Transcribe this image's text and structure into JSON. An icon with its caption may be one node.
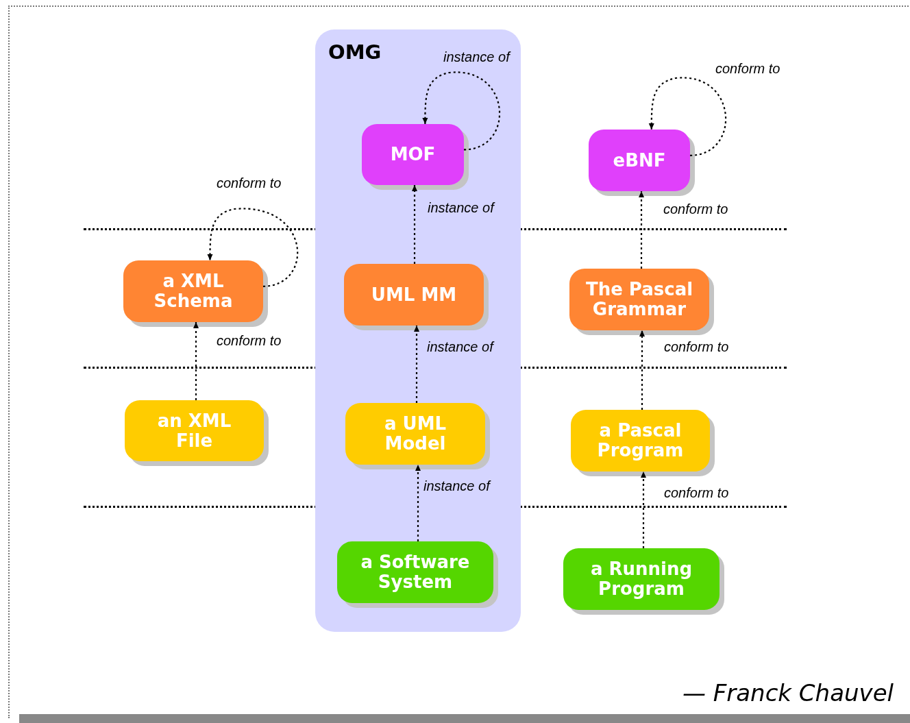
{
  "diagram": {
    "nodes": [
      {
        "text": [
          "OMG"
        ]
      },
      {
        "text": [
          "MOF"
        ],
        "in": 0
      },
      {
        "text": [
          "UML MM"
        ],
        "in": 0
      },
      {
        "text": [
          "a UML Model"
        ],
        "in": 0
      },
      {
        "text": [
          "a Software System"
        ],
        "in": 0
      },
      {
        "text": [
          "eBNF"
        ]
      },
      {
        "text": [
          "a XML Schema"
        ]
      },
      {
        "text": [
          "The Pascal Grammar"
        ]
      },
      {
        "text": [
          "an XML File"
        ]
      },
      {
        "text": [
          "a Pascal Program"
        ]
      },
      {
        "text": [
          "a Running Program"
        ]
      }
    ],
    "edges": [
      {
        "from": 1,
        "to": 1,
        "arrow": "to",
        "label": "instance of",
        "style": "dashed"
      },
      {
        "from": 2,
        "to": 1,
        "arrow": "to",
        "label": "instance of",
        "style": "dashed"
      },
      {
        "from": 3,
        "to": 2,
        "arrow": "to",
        "label": "instance of",
        "style": "dashed"
      },
      {
        "from": 4,
        "to": 3,
        "arrow": "to",
        "label": "instance of",
        "style": "dashed"
      },
      {
        "from": 5,
        "to": 5,
        "arrow": "to",
        "label": "conform to",
        "style": "dashed"
      },
      {
        "from": 6,
        "to": 6,
        "arrow": "to",
        "label": "conform to",
        "style": "dashed"
      },
      {
        "from": 8,
        "to": 6,
        "arrow": "to",
        "label": "conform to",
        "style": "dashed"
      },
      {
        "from": 7,
        "to": 5,
        "arrow": "to",
        "label": "conform to",
        "style": "dashed"
      },
      {
        "from": 9,
        "to": 7,
        "arrow": "to",
        "label": "conform to",
        "style": "dashed"
      },
      {
        "from": 10,
        "to": 9,
        "arrow": "to",
        "label": "conform to",
        "style": "dashed"
      }
    ],
    "labels": [
      "— Franck Chauvel"
    ]
  }
}
